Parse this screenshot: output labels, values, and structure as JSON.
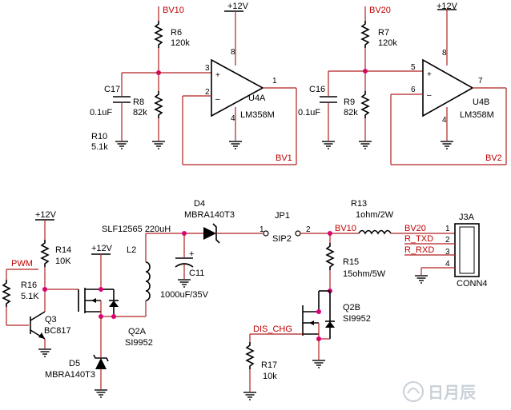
{
  "colors": {
    "wire": "#b02020",
    "part": "#000000",
    "net_label": "#c00000",
    "junction": "#e0007a"
  },
  "upper": {
    "left": {
      "net_in": "BV10",
      "vcc": "+12V",
      "r_top": {
        "ref": "R6",
        "val": "120k"
      },
      "r_bot": {
        "ref": "R8",
        "val": "82k"
      },
      "cap": {
        "ref": "C17",
        "val": "0.1uF"
      },
      "r_ext": {
        "ref": "R10",
        "val": "5.1k"
      },
      "opamp": {
        "ref": "U4A",
        "val": "LM358M"
      },
      "pins": {
        "p8": "8",
        "p3": "3",
        "p2": "2",
        "p1": "1",
        "p4": "4"
      },
      "net_out": "BV1"
    },
    "right": {
      "net_in": "BV20",
      "vcc": "+12V",
      "r_top": {
        "ref": "R7",
        "val": "120k"
      },
      "r_bot": {
        "ref": "R9",
        "val": "82k"
      },
      "cap": {
        "ref": "C16",
        "val": "0.1uF"
      },
      "opamp": {
        "ref": "U4B",
        "val": "LM358M"
      },
      "pins": {
        "p8": "8",
        "p5": "5",
        "p6": "6",
        "p7": "7",
        "p4": "4"
      },
      "net_out": "BV2"
    }
  },
  "lower": {
    "vcc_left": "+12V",
    "r14": {
      "ref": "R14",
      "val": "10K"
    },
    "pwm": "PWM",
    "r16": {
      "ref": "R16",
      "val": "5.1K"
    },
    "q3": {
      "ref": "Q3",
      "val": "BC817"
    },
    "vcc_mid": "+12V",
    "q2a": {
      "ref": "Q2A",
      "val": "SI9952"
    },
    "d5": {
      "ref": "D5",
      "val": "MBRA140T3"
    },
    "l2": {
      "ref": "L2",
      "val": "SLF12565 220uH"
    },
    "d4": {
      "ref": "D4",
      "val": "MBRA140T3"
    },
    "c11": {
      "ref": "C11",
      "val": "1000uF/35V",
      "plus": "+"
    },
    "jp1": {
      "ref": "JP1",
      "val": "SIP2",
      "pin1": "1",
      "pin2": "2"
    },
    "bv10": "BV10",
    "r13": {
      "ref": "R13",
      "val": "1ohm/2W"
    },
    "r15": {
      "ref": "R15",
      "val": "15ohm/5W"
    },
    "q2b": {
      "ref": "Q2B",
      "val": "SI9952"
    },
    "dis_chg": "DIS_CHG",
    "r17": {
      "ref": "R17",
      "val": "10k"
    },
    "conn": {
      "ref": "J3A",
      "val": "CONN4",
      "nets": [
        "BV20",
        "R_TXD",
        "R_RXD"
      ],
      "pins": [
        "1",
        "2",
        "3",
        "4"
      ]
    }
  },
  "watermark": {
    "text": "日月辰"
  }
}
